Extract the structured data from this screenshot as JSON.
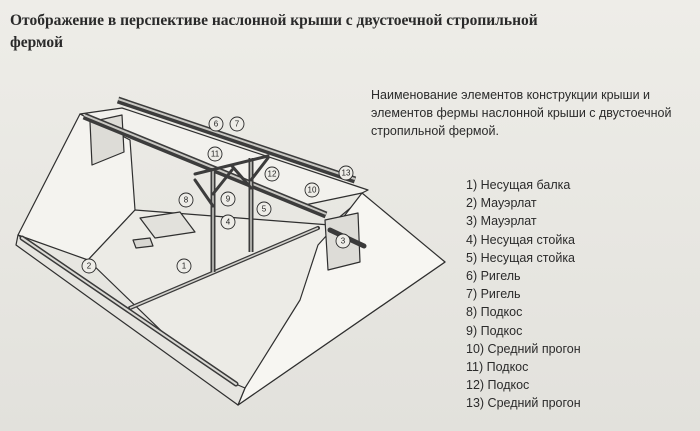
{
  "title": "Отображение в перспективе наслонной крыши с двустоечной стропильной фермой",
  "description": "Наименование элементов конструкции крыши и элементов фермы наслонной крыши с двустоечной стропильной фермой.",
  "legend": [
    "1) Несущая балка",
    "2) Мауэрлат",
    "3) Мауэрлат",
    "4) Несущая стойка",
    "5) Несущая стойка",
    "6) Ригель",
    "7) Ригель",
    "8) Подкос",
    "9) Подкос",
    "10) Средний прогон",
    "11) Подкос",
    "12) Подкос",
    "13) Средний прогон"
  ],
  "markers": [
    {
      "id": "m1",
      "label": "1"
    },
    {
      "id": "m2",
      "label": "2"
    },
    {
      "id": "m3",
      "label": "3"
    },
    {
      "id": "m4",
      "label": "4"
    },
    {
      "id": "m5",
      "label": "5"
    },
    {
      "id": "m6",
      "label": "6"
    },
    {
      "id": "m7",
      "label": "7"
    },
    {
      "id": "m8",
      "label": "8"
    },
    {
      "id": "m9",
      "label": "9"
    },
    {
      "id": "m10",
      "label": "10"
    },
    {
      "id": "m11",
      "label": "11"
    },
    {
      "id": "m12",
      "label": "12"
    },
    {
      "id": "m13",
      "label": "13"
    }
  ],
  "colors": {
    "ink": "#2a2a2a",
    "paper": "#eeede8",
    "beam": "#5a5a5a",
    "wall": "#f3f2ee"
  }
}
